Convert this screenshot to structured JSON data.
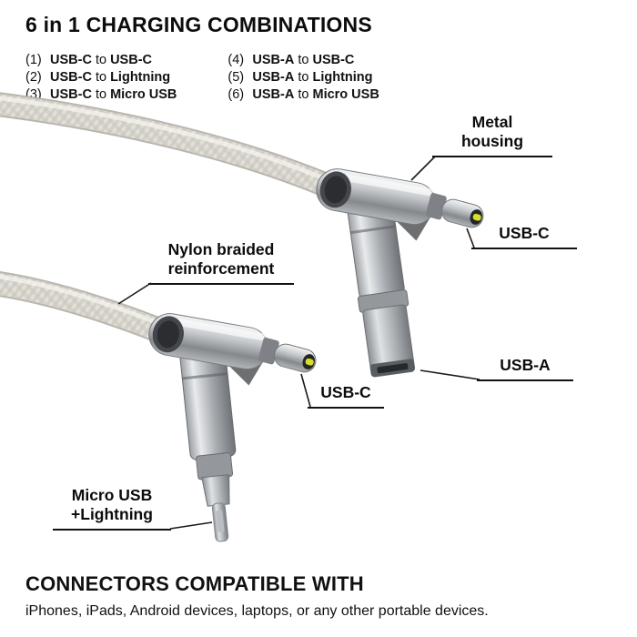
{
  "title": "6 in 1 CHARGING COMBINATIONS",
  "combinations": {
    "col1": [
      {
        "num": "(1)",
        "a": "USB-C",
        "conj": "to",
        "b": "USB-C"
      },
      {
        "num": "(2)",
        "a": "USB-C",
        "conj": "to",
        "b": "Lightning"
      },
      {
        "num": "(3)",
        "a": "USB-C",
        "conj": "to",
        "b": "Micro USB"
      }
    ],
    "col2": [
      {
        "num": "(4)",
        "a": "USB-A",
        "conj": "to",
        "b": "USB-C"
      },
      {
        "num": "(5)",
        "a": "USB-A",
        "conj": "to",
        "b": "Lightning"
      },
      {
        "num": "(6)",
        "a": "USB-A",
        "conj": "to",
        "b": "Micro USB"
      }
    ]
  },
  "callouts": {
    "metal_housing": "Metal\nhousing",
    "usbc_top": "USB-C",
    "usba": "USB-A",
    "nylon_braided": "Nylon braided\nreinforcement",
    "usbc_bottom": "USB-C",
    "micro_lightning": "Micro USB\n+Lightning"
  },
  "footer": {
    "heading": "CONNECTORS COMPATIBLE WITH",
    "subtext": "iPhones, iPads, Android devices, laptops, or any other portable devices."
  },
  "colors": {
    "text": "#111111",
    "accent_tab": "#d7dd2b",
    "cable_base": "#e3e0d9",
    "metal_light": "#eceeef",
    "metal_dark": "#7c8084",
    "leader_line": "#1a1a1a"
  }
}
